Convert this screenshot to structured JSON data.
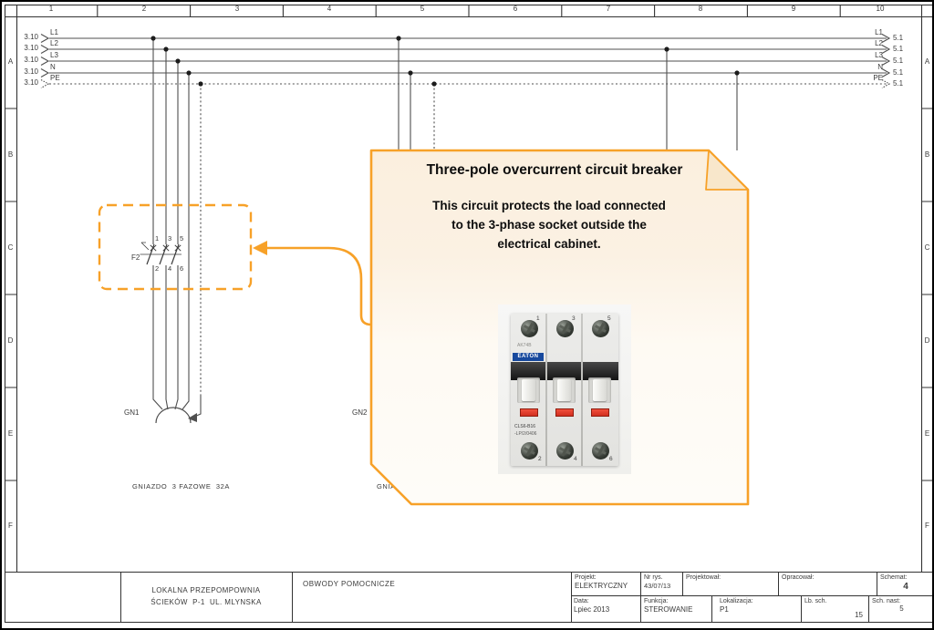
{
  "colors": {
    "accent": "#F7A128",
    "wire": "#4f4f4f",
    "frame": "#333333",
    "callout_bg": "#FBF0E0",
    "breaker_red": "#D22F1F",
    "brand_blue": "#17499D"
  },
  "frame": {
    "columns": [
      "1",
      "2",
      "3",
      "4",
      "5",
      "6",
      "7",
      "8",
      "9",
      "10"
    ],
    "rows": [
      "A",
      "B",
      "C",
      "D",
      "E",
      "F"
    ]
  },
  "bus": {
    "left_ref": "3.10",
    "right_ref": "5.1",
    "wires": [
      "L1",
      "L2",
      "L3",
      "N",
      "PE"
    ]
  },
  "breaker": {
    "tag": "F2",
    "top_terminals": [
      "1",
      "3",
      "5"
    ],
    "bottom_terminals": [
      "2",
      "4",
      "6"
    ]
  },
  "sockets": {
    "gn1_label": "GN1",
    "gn2_label": "GN2",
    "gn1_caption": "GNIAZDO  3 FAZOWE  32A",
    "gn2_caption_clipped": "GNIA"
  },
  "callout": {
    "title": "Three-pole overcurrent circuit breaker",
    "body_lines": [
      "This circuit protects the load connected",
      "to the 3-phase socket outside the",
      "electrical cabinet."
    ]
  },
  "photo": {
    "brand": "EATON",
    "ref_top": "AK74B",
    "model": "CLS6-B16",
    "code": "-LP/2/0406",
    "top_terminals": [
      "1",
      "3",
      "5"
    ],
    "bottom_terminals": [
      "2",
      "4",
      "6"
    ]
  },
  "title_block": {
    "station_line1": "LOKALNA PRZEPOMPOWNIA",
    "station_line2": "ŚCIEKÓW  P-1  UL. MLYNSKA",
    "drawing_title": "OBWODY POMOCNICZE",
    "projekt": {
      "label": "Projekt:",
      "value": "ELEKTRYCZNY"
    },
    "nr_rys": {
      "label": "Nr rys.",
      "value": "43/07/13"
    },
    "projektowal": {
      "label": "Projektował:",
      "value": ""
    },
    "opracowal": {
      "label": "Opracował:",
      "value": ""
    },
    "schemat": {
      "label": "Schemat:",
      "value": "4"
    },
    "data": {
      "label": "Data:",
      "value": "Lpiec 2013"
    },
    "funkcja": {
      "label": "Funkcja:",
      "value": "STEROWANIE"
    },
    "lokalizacja": {
      "label": "Lokalizacja:",
      "value": "P1"
    },
    "lb_sch": {
      "label": "Lb. sch.",
      "value": "15"
    },
    "sch_nast": {
      "label": "Sch. nast:",
      "value": "5"
    }
  }
}
